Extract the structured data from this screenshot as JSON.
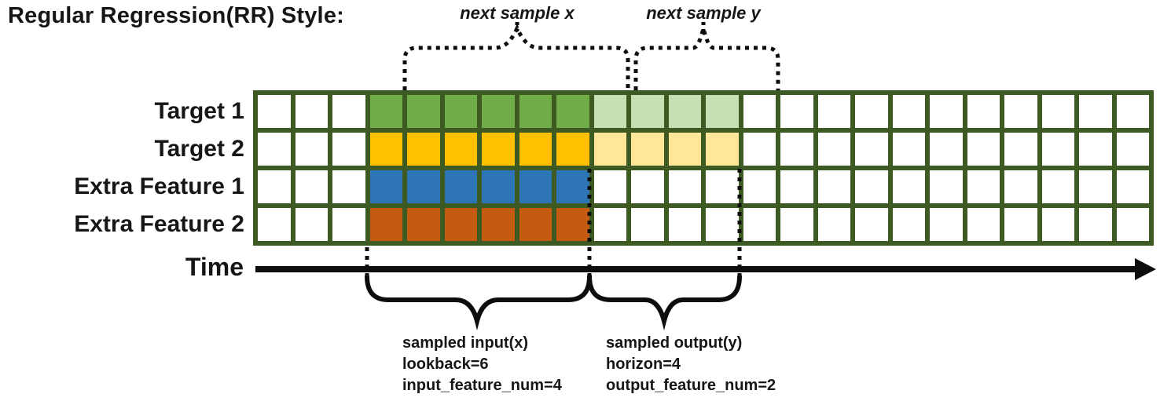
{
  "title": "Regular Regression(RR) Style:",
  "annotations": {
    "next_sample_x": "next sample x",
    "next_sample_y": "next sample y",
    "time_label": "Time",
    "input_block": {
      "line1": "sampled input(x)",
      "line2": "lookback=6",
      "line3": "input_feature_num=4"
    },
    "output_block": {
      "line1": "sampled output(y)",
      "line2": "horizon=4",
      "line3": "output_feature_num=2"
    }
  },
  "grid": {
    "columns": 24,
    "input_start_col": 4,
    "input_end_col": 9,
    "output_start_col": 10,
    "output_end_col": 13,
    "border_color": "#3e5a23",
    "empty_color": "#ffffff",
    "rows": [
      {
        "label": "Target 1",
        "input_color": "#70ad47",
        "output_color": "#c5e0b4",
        "has_output": true
      },
      {
        "label": "Target 2",
        "input_color": "#ffc000",
        "output_color": "#ffe699",
        "has_output": true
      },
      {
        "label": "Extra Feature 1",
        "input_color": "#2e75b6",
        "output_color": null,
        "has_output": false
      },
      {
        "label": "Extra Feature 2",
        "input_color": "#c55a11",
        "output_color": null,
        "has_output": false
      }
    ]
  },
  "params": {
    "lookback": 6,
    "horizon": 4,
    "input_feature_num": 4,
    "output_feature_num": 2
  },
  "line_color": "#0d0d0d"
}
